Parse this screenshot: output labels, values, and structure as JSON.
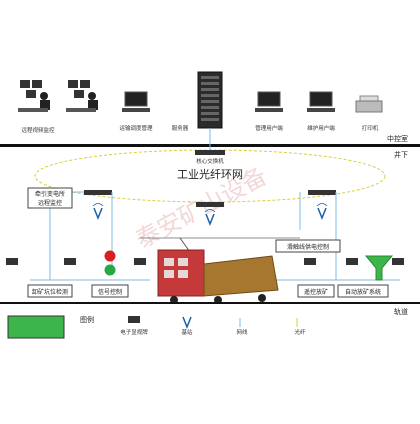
{
  "control_room": {
    "zone_label": "中控室",
    "devices": [
      {
        "id": "remote_video",
        "label": "远程视频监控"
      },
      {
        "id": "dispatch",
        "label": "运输调度管理"
      },
      {
        "id": "server",
        "label": "服务器"
      },
      {
        "id": "mgmt",
        "label": "管理用户端"
      },
      {
        "id": "maint",
        "label": "维护用户端"
      },
      {
        "id": "printer",
        "label": "打印机"
      }
    ]
  },
  "underground": {
    "zone_label": "井下",
    "core_switch_label": "核心交换机",
    "ring_label": "工业光纤环网",
    "boxes": {
      "traction": "牵引变电所\n远程监控",
      "trolley": "滑触线供电控制",
      "unload": "卸矿坑位检测",
      "signal": "信号控制",
      "remote": "遥控放矿",
      "auto": "自动放矿系统"
    },
    "track_label": "轨道"
  },
  "legend": {
    "title": "图例",
    "items": [
      "电子显视牌",
      "基站",
      "网线",
      "光纤"
    ]
  },
  "watermark": "泰安矿山设备",
  "colors": {
    "line": "#111111",
    "ring": "#d9cf3c",
    "network": "#7fb8e0",
    "wagon": "#c43a3a",
    "ore": "#a8772f",
    "funnel": "#3cb54a",
    "signal_red": "#d81f1f",
    "signal_green": "#28a745"
  }
}
